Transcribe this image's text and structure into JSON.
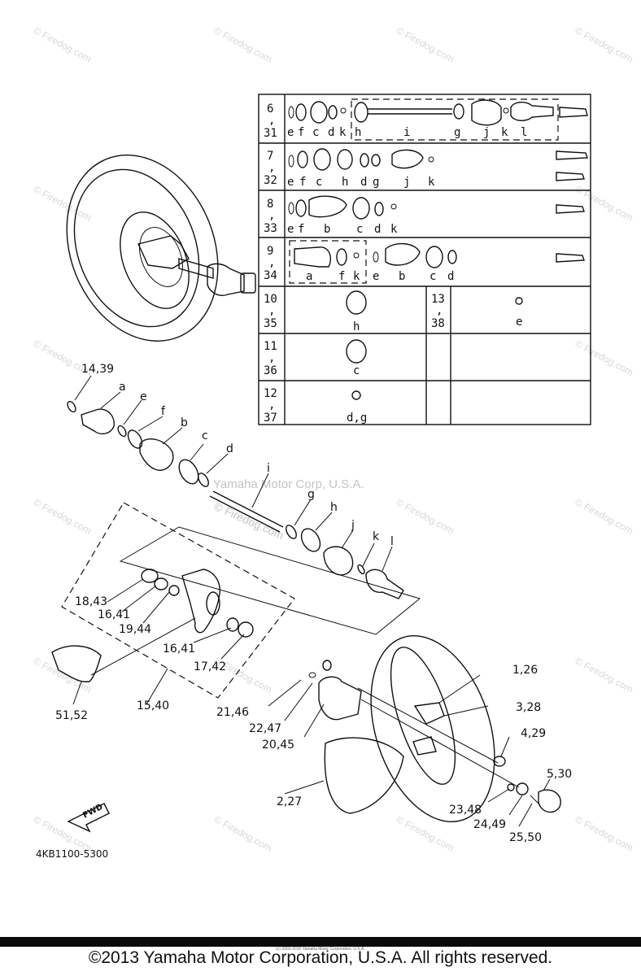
{
  "watermark": {
    "site": "© Firedog.com",
    "center_line1": "Yamaha Motor Corp, U.S.A.",
    "center_line2": "© Firedog.com"
  },
  "table": {
    "rows": [
      {
        "id": "6,31",
        "letters": [
          "e",
          "f",
          "c",
          "d",
          "k",
          "h",
          "i",
          "g",
          "j",
          "k",
          "l"
        ]
      },
      {
        "id": "7,32",
        "letters": [
          "e",
          "f",
          "c",
          "h",
          "d",
          "g",
          "j",
          "k"
        ]
      },
      {
        "id": "8,33",
        "letters": [
          "e",
          "f",
          "b",
          "c",
          "d",
          "k"
        ]
      },
      {
        "id": "9,34",
        "letters": [
          "a",
          "f",
          "k",
          "e",
          "b",
          "c",
          "d"
        ]
      },
      {
        "id": "10,35",
        "letters": [
          "h"
        ]
      },
      {
        "id": "13,38",
        "letters": [
          "e"
        ]
      },
      {
        "id": "11,36",
        "letters": [
          "c"
        ]
      },
      {
        "id": "12,37",
        "letters": [
          "d,g"
        ]
      }
    ]
  },
  "callouts": {
    "c14_39": "14,39",
    "a": "a",
    "e": "e",
    "f": "f",
    "b": "b",
    "c": "c",
    "d": "d",
    "i": "i",
    "g": "g",
    "h": "h",
    "j": "j",
    "k": "k",
    "l": "l",
    "c18_43": "18,43",
    "c16_41a": "16,41",
    "c19_44": "19,44",
    "c16_41b": "16,41",
    "c17_42": "17,42",
    "c15_40": "15,40",
    "c51_52": "51,52",
    "c21_46": "21,46",
    "c22_47": "22,47",
    "c20_45": "20,45",
    "c1_26": "1,26",
    "c3_28": "3,28",
    "c4_29": "4,29",
    "c5_30": "5,30",
    "c2_27": "2,27",
    "c23_48": "23,48",
    "c24_49": "24,49",
    "c25_50": "25,50"
  },
  "fwd_label": "FWD",
  "diagram_code": "4KB1100-5300",
  "footer": {
    "copyright": "©2013 Yamaha Motor Corporation, U.S.A. All rights reserved.",
    "small_copyright": "(c) 2003-2015 Yamaha Motor Corporation, U.S.A."
  }
}
